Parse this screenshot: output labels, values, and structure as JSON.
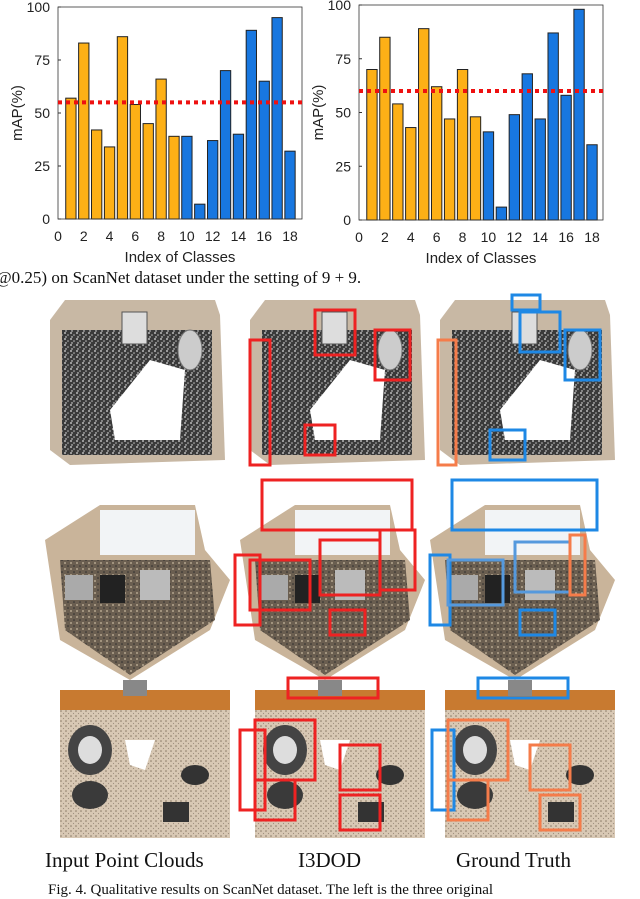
{
  "caption_top": "@0.25) on ScanNet dataset under the setting of 9 + 9.",
  "column_labels": [
    "Input Point Clouds",
    "I3DOD",
    "Ground Truth"
  ],
  "caption_bottom": "Fig. 4.   Qualitative results on ScanNet dataset. The left is the three original",
  "colors": {
    "old_classes": "#FDB016",
    "new_classes": "#1877E0",
    "mean_line": "#EE1111",
    "prediction_boxes": "#EE2222",
    "ground_truth_boxes": [
      "#1E88E5",
      "#F57C4A"
    ]
  },
  "chart_data": [
    {
      "type": "bar",
      "xlabel": "Index of Classes",
      "ylabel": "mAP(%)",
      "xlim": [
        0,
        19
      ],
      "ylim": [
        0,
        100
      ],
      "xticks": [
        "0",
        "2",
        "4",
        "6",
        "8",
        "10",
        "12",
        "14",
        "16",
        "18"
      ],
      "yticks": [
        "0",
        "25",
        "50",
        "75",
        "100"
      ],
      "categories": [
        1,
        2,
        3,
        4,
        5,
        6,
        7,
        8,
        9,
        10,
        11,
        12,
        13,
        14,
        15,
        16,
        17,
        18
      ],
      "values": [
        57,
        83,
        42,
        34,
        86,
        54,
        45,
        66,
        39,
        39,
        7,
        37,
        70,
        40,
        89,
        65,
        95,
        32
      ],
      "mean_line": 55,
      "grid": false
    },
    {
      "type": "bar",
      "xlabel": "Index of Classes",
      "ylabel": "mAP(%)",
      "xlim": [
        0,
        19
      ],
      "ylim": [
        0,
        100
      ],
      "xticks": [
        "0",
        "2",
        "4",
        "6",
        "8",
        "10",
        "12",
        "14",
        "16",
        "18"
      ],
      "yticks": [
        "0",
        "25",
        "50",
        "75",
        "100"
      ],
      "categories": [
        1,
        2,
        3,
        4,
        5,
        6,
        7,
        8,
        9,
        10,
        11,
        12,
        13,
        14,
        15,
        16,
        17,
        18
      ],
      "values": [
        70,
        85,
        54,
        43,
        89,
        62,
        47,
        70,
        48,
        41,
        6,
        49,
        68,
        47,
        87,
        58,
        98,
        35
      ],
      "mean_line": 60,
      "grid": false
    }
  ]
}
